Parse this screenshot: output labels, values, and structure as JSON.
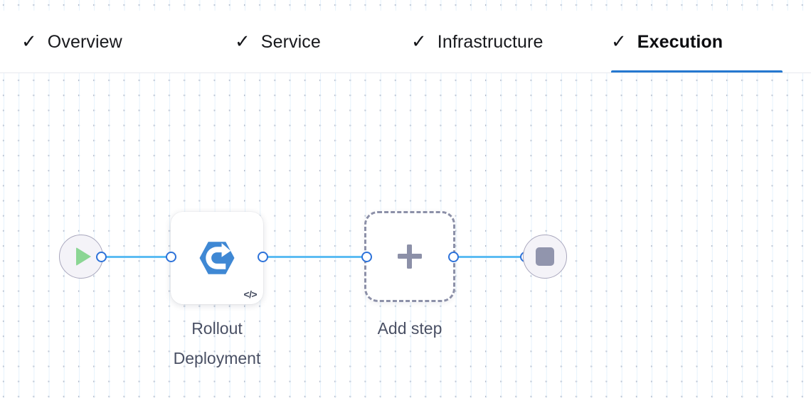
{
  "tabs": [
    {
      "id": "overview",
      "label": "Overview",
      "icon": "check-icon",
      "active": false
    },
    {
      "id": "service",
      "label": "Service",
      "icon": "check-icon",
      "active": false
    },
    {
      "id": "infrastructure",
      "label": "Infrastructure",
      "icon": "check-icon",
      "active": false
    },
    {
      "id": "execution",
      "label": "Execution",
      "icon": "check-icon",
      "active": true
    }
  ],
  "tab_glyph": "✓",
  "pipeline": {
    "start_node": {
      "icon": "play-icon",
      "name": "start"
    },
    "end_node": {
      "icon": "stop-icon",
      "name": "end"
    },
    "steps": [
      {
        "id": "rollout-deployment",
        "label": "Rollout\nDeployment",
        "icon": "rollout-deployment-icon",
        "badge": "</>"
      }
    ],
    "add_step": {
      "label": "Add step",
      "icon": "plus-icon"
    }
  },
  "colors": {
    "active_tab_underline": "#2578d0",
    "edge": "#5cbcf2",
    "port_ring": "#2d72d9",
    "node_icon_blue": "#3f88d4",
    "play_green": "#8bd694",
    "stop_gray": "#9195ad",
    "terminal_fill": "#f4f3f8",
    "terminal_border": "#a9a7bd",
    "dashed_border": "#8c90a8",
    "label_text": "#4a5064",
    "tab_text": "#18191d",
    "canvas_dot": "#aeb4c4",
    "canvas_line": "#e1f0fc"
  }
}
